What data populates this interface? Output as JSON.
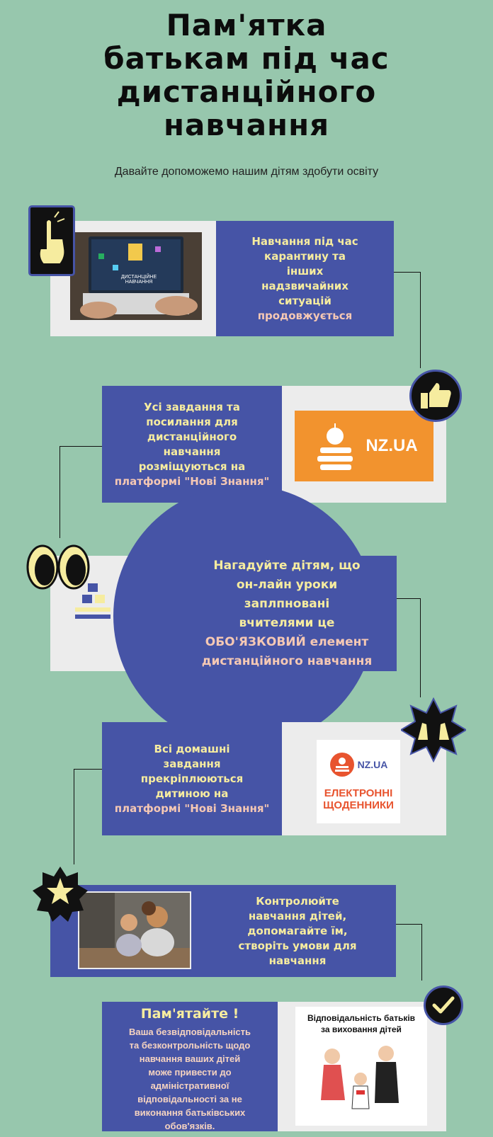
{
  "title_lines": [
    "Пам'ятка",
    "батькам під час",
    "дистанційного",
    "навчання"
  ],
  "subtitle": "Давайте допоможемо нашим дітям здобути освіту",
  "sections": {
    "s1": {
      "lines": [
        "Навчання під час",
        "карантину та",
        "інших",
        "надзвичайних",
        "ситуацій"
      ],
      "highlight": "продовжується",
      "photo_caption": "ДИСТАНЦІЙНЕ НАВЧАННЯ"
    },
    "s2": {
      "lines": [
        "Усі завдання та",
        "посилання для",
        "дистанційного",
        "навчання",
        "розміщуються на"
      ],
      "highlight": "платформі \"Нові Знання\"",
      "logo": "NZ.UA"
    },
    "s3": {
      "lines": [
        "Нагадуйте дітям, що",
        "он-лайн уроки",
        "заплпновані",
        "вчителями це"
      ],
      "highlight_lines": [
        "ОБО'ЯЗКОВИЙ елемент",
        "дистанційного навчання"
      ]
    },
    "s4": {
      "lines": [
        "Всі домашні",
        "завдання",
        "прекріплюються",
        "дитиною на"
      ],
      "highlight": "платформі \"Нові Знання\"",
      "logo": "NZ.UA",
      "diary_lines": [
        "ЕЛЕКТРОННІ",
        "ЩОДЕННИКИ"
      ]
    },
    "s5": {
      "lines": [
        "Контролюйте",
        "навчання дітей,",
        "допомагайте їм,",
        "створіть умови для",
        "навчання"
      ]
    },
    "s6": {
      "title": "Пам'ятайте !",
      "text_lines": [
        "Ваша безвідповідальність",
        "та безконтрольність щодо",
        "навчання ваших дітей",
        "може привести до",
        "адміністративної",
        "відповідальності за не",
        "виконання батьківських",
        "обов'язків."
      ],
      "image_title_lines": [
        "Відповідальність батьків",
        "за виховання дітей"
      ]
    }
  },
  "colors": {
    "background": "#97c7ad",
    "panel_blue": "#4654a6",
    "panel_gray": "#ececec",
    "text_yellow": "#f6ec9f",
    "text_pink": "#f5c8b4",
    "logo_orange": "#f2932e"
  },
  "icons": [
    "hand-pointing-icon",
    "thumbs-up-icon",
    "eyes-icon",
    "hands-burst-icon",
    "star-icon",
    "checkmark-icon"
  ]
}
